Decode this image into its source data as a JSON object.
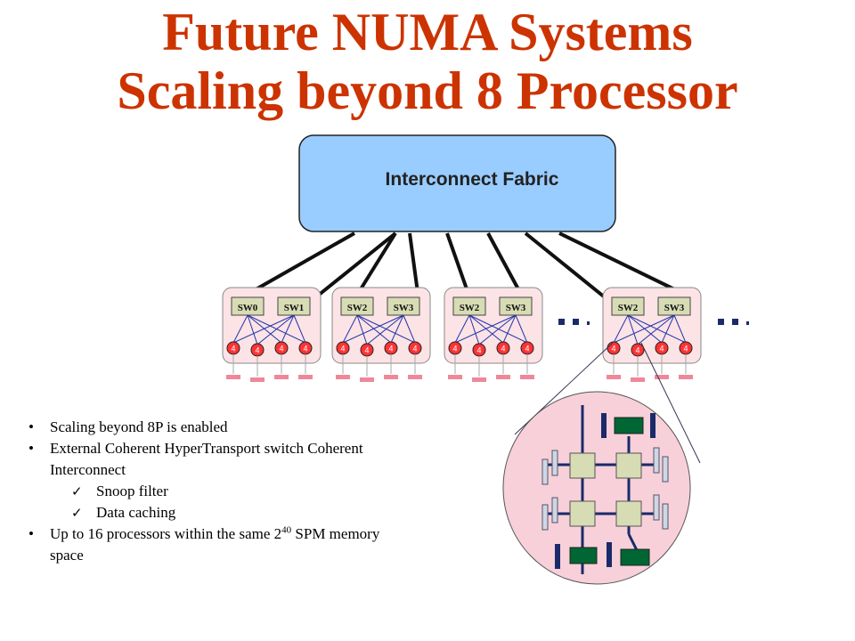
{
  "title_line1": "Future NUMA Systems",
  "title_line2": "Scaling beyond 8 Processor",
  "fabric_label": "Interconnect Fabric",
  "colors": {
    "title": "#cc3300",
    "fabric_fill": "#99ccff",
    "node_fill": "#fbe3e6",
    "switch_fill": "#d7dcb4",
    "processor_fill": "#ff3333",
    "memory_fill": "#ee8899",
    "detail_fill": "#f7d0da",
    "detail_chip": "#006633",
    "detail_bus": "#1a2a6a"
  },
  "nodes": [
    {
      "switch_a": "SW0",
      "switch_b": "SW1",
      "processors": [
        "4",
        "4",
        "4",
        "4"
      ]
    },
    {
      "switch_a": "SW2",
      "switch_b": "SW3",
      "processors": [
        "4",
        "4",
        "4",
        "4"
      ]
    },
    {
      "switch_a": "SW2",
      "switch_b": "SW3",
      "processors": [
        "4",
        "4",
        "4",
        "4"
      ]
    },
    {
      "switch_a": "SW2",
      "switch_b": "SW3",
      "processors": [
        "4",
        "4",
        "4",
        "4"
      ]
    }
  ],
  "ellipsis": "…",
  "bullets": [
    {
      "kind": "bullet",
      "text": "Scaling beyond 8P is enabled"
    },
    {
      "kind": "bullet",
      "text": "External Coherent HyperTransport switch Coherent Interconnect"
    },
    {
      "kind": "check",
      "text": "Snoop filter"
    },
    {
      "kind": "check",
      "text": "Data caching"
    }
  ],
  "last_bullet": {
    "pre": "Up to 16 processors within the same 2",
    "sup": "40",
    "post": " SPM memory space"
  }
}
